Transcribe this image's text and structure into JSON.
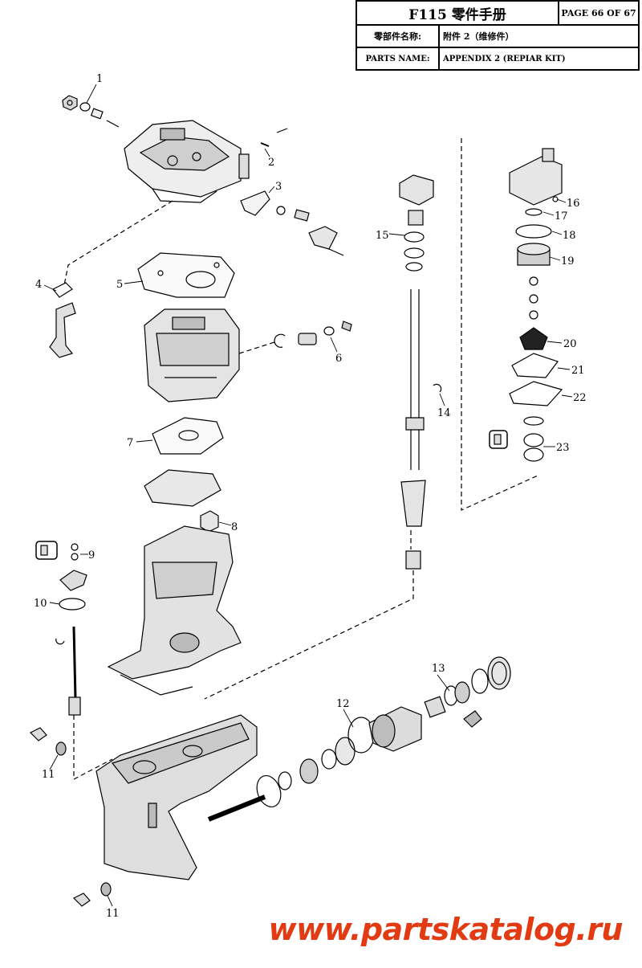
{
  "header": {
    "title": "F115 零件手册",
    "page": "PAGE 66 OF 67",
    "parts_name_label_cn": "零部件名称:",
    "parts_name_value_cn": "附件 2（维修件）",
    "parts_name_label_en": "PARTS NAME:",
    "parts_name_value_en": "APPENDIX 2 (REPIAR KIT)"
  },
  "callouts": {
    "c1": "1",
    "c2": "2",
    "c3": "3",
    "c4": "4",
    "c5": "5",
    "c6": "6",
    "c7": "7",
    "c8": "8",
    "c9": "9",
    "c10": "10",
    "c11a": "11",
    "c11b": "11",
    "c12": "12",
    "c13": "13",
    "c14": "14",
    "c15": "15",
    "c16": "16",
    "c17": "17",
    "c18": "18",
    "c19": "19",
    "c20": "20",
    "c21": "21",
    "c22": "22",
    "c23": "23"
  },
  "watermark": "www.partskatalog.ru"
}
